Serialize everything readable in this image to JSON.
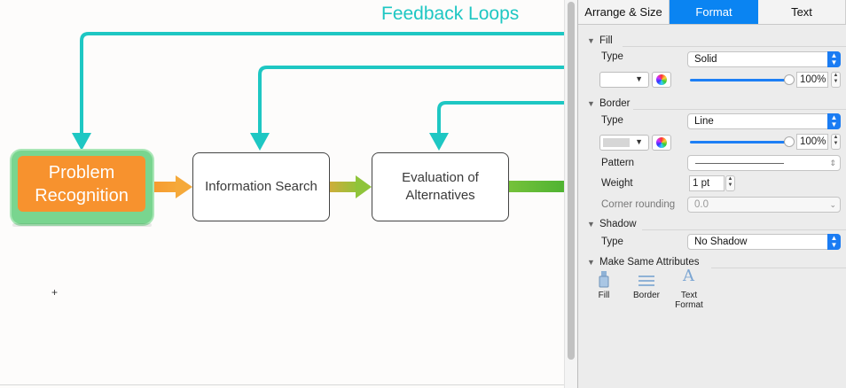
{
  "diagram": {
    "title": "Feedback Loops",
    "nodes": {
      "problem": "Problem Recognition",
      "info_search": "Information Search",
      "evaluation": "Evaluation of Alternatives"
    },
    "colors": {
      "feedback": "#1ec7c3",
      "highlight_glow": "#79d58f",
      "problem_fill": "#f7922e"
    }
  },
  "inspector": {
    "tabs": [
      {
        "label": "Arrange & Size",
        "active": false
      },
      {
        "label": "Format",
        "active": true
      },
      {
        "label": "Text",
        "active": false
      }
    ],
    "fill": {
      "section": "Fill",
      "type_label": "Type",
      "type_value": "Solid",
      "opacity": "100%"
    },
    "border": {
      "section": "Border",
      "type_label": "Type",
      "type_value": "Line",
      "opacity": "100%",
      "pattern_label": "Pattern",
      "weight_label": "Weight",
      "weight_value": "1 pt",
      "corner_label": "Corner rounding",
      "corner_value": "0.0"
    },
    "shadow": {
      "section": "Shadow",
      "type_label": "Type",
      "type_value": "No Shadow"
    },
    "same_attrs": {
      "section": "Make Same Attributes",
      "fill": "Fill",
      "border": "Border",
      "text_format": "Text Format"
    }
  },
  "accent_color": "#0a84f2"
}
